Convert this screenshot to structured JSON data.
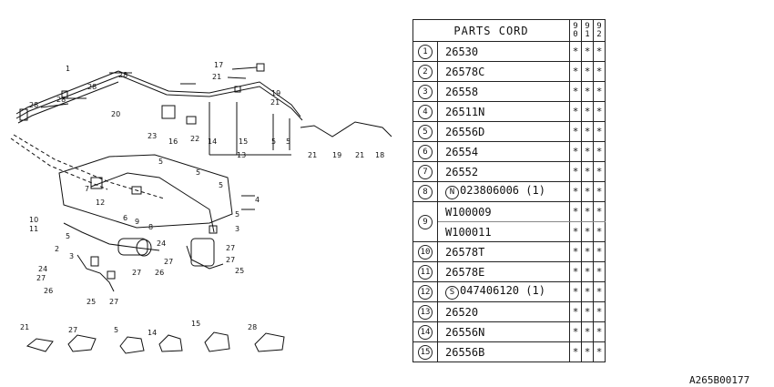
{
  "table": {
    "title": "PARTS CORD",
    "years": [
      "90",
      "91",
      "92"
    ],
    "rows": [
      {
        "num": "1",
        "code": "26530",
        "marks": [
          "*",
          "*",
          "*"
        ]
      },
      {
        "num": "2",
        "code": "26578C",
        "marks": [
          "*",
          "*",
          "*"
        ]
      },
      {
        "num": "3",
        "code": "26558",
        "marks": [
          "*",
          "*",
          "*"
        ]
      },
      {
        "num": "4",
        "code": "26511N",
        "marks": [
          "*",
          "*",
          "*"
        ]
      },
      {
        "num": "5",
        "code": "26556D",
        "marks": [
          "*",
          "*",
          "*"
        ]
      },
      {
        "num": "6",
        "code": "26554",
        "marks": [
          "*",
          "*",
          "*"
        ]
      },
      {
        "num": "7",
        "code": "26552",
        "marks": [
          "*",
          "*",
          "*"
        ]
      },
      {
        "num": "8",
        "prefix": "N",
        "code": "023806006 (1)",
        "marks": [
          "*",
          "*",
          "*"
        ]
      },
      {
        "num": "9",
        "code_a": "W100009",
        "code_b": "W100011",
        "marks_a": [
          "*",
          "*",
          "*"
        ],
        "marks_b": [
          "*",
          "*",
          "*"
        ]
      },
      {
        "num": "10",
        "code": "26578T",
        "marks": [
          "*",
          "*",
          "*"
        ]
      },
      {
        "num": "11",
        "code": "26578E",
        "marks": [
          "*",
          "*",
          "*"
        ]
      },
      {
        "num": "12",
        "prefix": "S",
        "code": "047406120 (1)",
        "marks": [
          "*",
          "*",
          "*"
        ]
      },
      {
        "num": "13",
        "code": "26520",
        "marks": [
          "*",
          "*",
          "*"
        ]
      },
      {
        "num": "14",
        "code": "26556N",
        "marks": [
          "*",
          "*",
          "*"
        ]
      },
      {
        "num": "15",
        "code": "26556B",
        "marks": [
          "*",
          "*",
          "*"
        ]
      }
    ]
  },
  "diagram": {
    "callouts": [
      "28",
      "1",
      "28",
      "28",
      "28",
      "20",
      "16",
      "22",
      "14",
      "15",
      "5",
      "5",
      "13",
      "17",
      "21",
      "19",
      "21",
      "23",
      "21",
      "19",
      "21",
      "18",
      "5",
      "5",
      "5",
      "12",
      "7",
      "6",
      "9",
      "8",
      "4",
      "5",
      "3",
      "10",
      "11",
      "5",
      "2",
      "3",
      "24",
      "27",
      "26",
      "24",
      "27",
      "25",
      "26",
      "27",
      "27",
      "25",
      "27"
    ],
    "detail_labels": [
      "21",
      "27",
      "5",
      "14",
      "15",
      "28"
    ]
  },
  "reference": "A265B00177"
}
